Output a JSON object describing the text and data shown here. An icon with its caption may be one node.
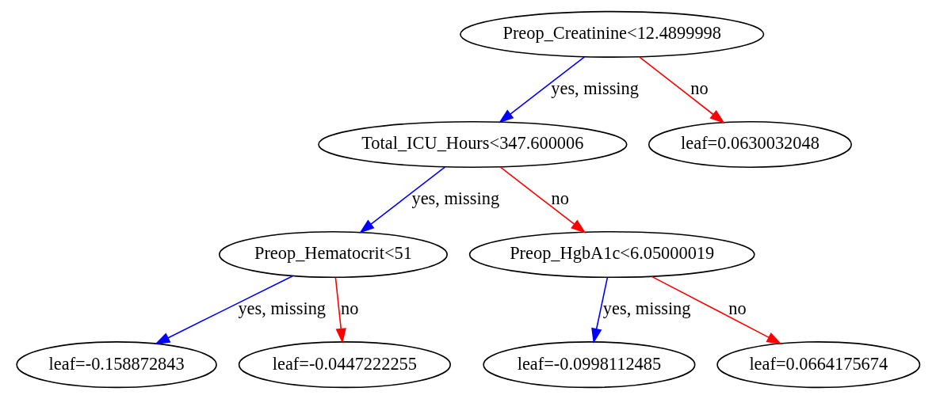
{
  "diagram": {
    "nodes": [
      {
        "text": [
          "Preop_Creatinine<12.4899998"
        ]
      },
      {
        "text": [
          "Total_ICU_Hours<347.600006"
        ]
      },
      {
        "text": [
          "leaf=0.0630032048"
        ]
      },
      {
        "text": [
          "Preop_Hematocrit<51"
        ]
      },
      {
        "text": [
          "Preop_HgbA1c<6.05000019"
        ]
      },
      {
        "text": [
          "leaf=-0.158872843"
        ]
      },
      {
        "text": [
          "leaf=-0.0447222255"
        ]
      },
      {
        "text": [
          "leaf=-0.0998112485"
        ]
      },
      {
        "text": [
          "leaf=0.0664175674"
        ]
      }
    ],
    "edges": [
      {
        "from": 0,
        "to": 1,
        "arrow": "to",
        "label": "yes, missing",
        "color": "#0000ff"
      },
      {
        "from": 0,
        "to": 2,
        "arrow": "to",
        "label": "no",
        "color": "#ff0000"
      },
      {
        "from": 1,
        "to": 3,
        "arrow": "to",
        "label": "yes, missing",
        "color": "#0000ff"
      },
      {
        "from": 1,
        "to": 4,
        "arrow": "to",
        "label": "no",
        "color": "#ff0000"
      },
      {
        "from": 3,
        "to": 5,
        "arrow": "to",
        "label": "yes, missing",
        "color": "#0000ff"
      },
      {
        "from": 3,
        "to": 6,
        "arrow": "to",
        "label": "no",
        "color": "#ff0000"
      },
      {
        "from": 4,
        "to": 7,
        "arrow": "to",
        "label": "yes, missing",
        "color": "#0000ff"
      },
      {
        "from": 4,
        "to": 8,
        "arrow": "to",
        "label": "no",
        "color": "#ff0000"
      }
    ]
  }
}
